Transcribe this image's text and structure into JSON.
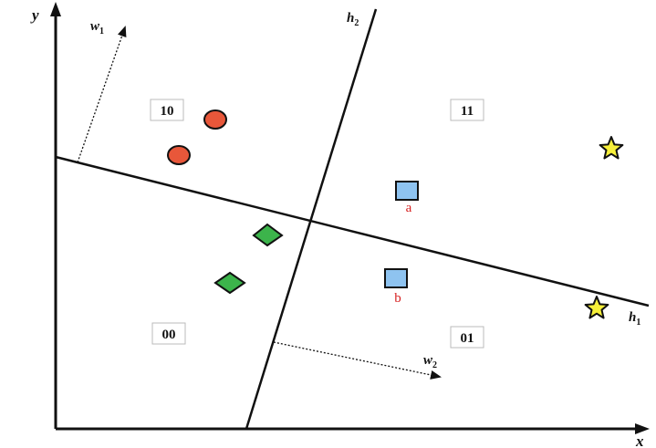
{
  "axes": {
    "x_label": "x",
    "y_label": "y"
  },
  "hyperplanes": {
    "h1": {
      "letter": "h",
      "sub": "1"
    },
    "h2": {
      "letter": "h",
      "sub": "2"
    }
  },
  "normals": {
    "w1": {
      "letter": "w",
      "sub": "1"
    },
    "w2": {
      "letter": "w",
      "sub": "2"
    }
  },
  "regions": {
    "r10": "10",
    "r11": "11",
    "r00": "00",
    "r01": "01"
  },
  "points": {
    "a": "a",
    "b": "b"
  },
  "colors": {
    "circle_fill": "#e8573a",
    "diamond_fill": "#3cb44b",
    "square_fill": "#8ec3f0",
    "star_fill": "#f7f03a",
    "point_label": "#d62020",
    "ink": "#111111"
  }
}
